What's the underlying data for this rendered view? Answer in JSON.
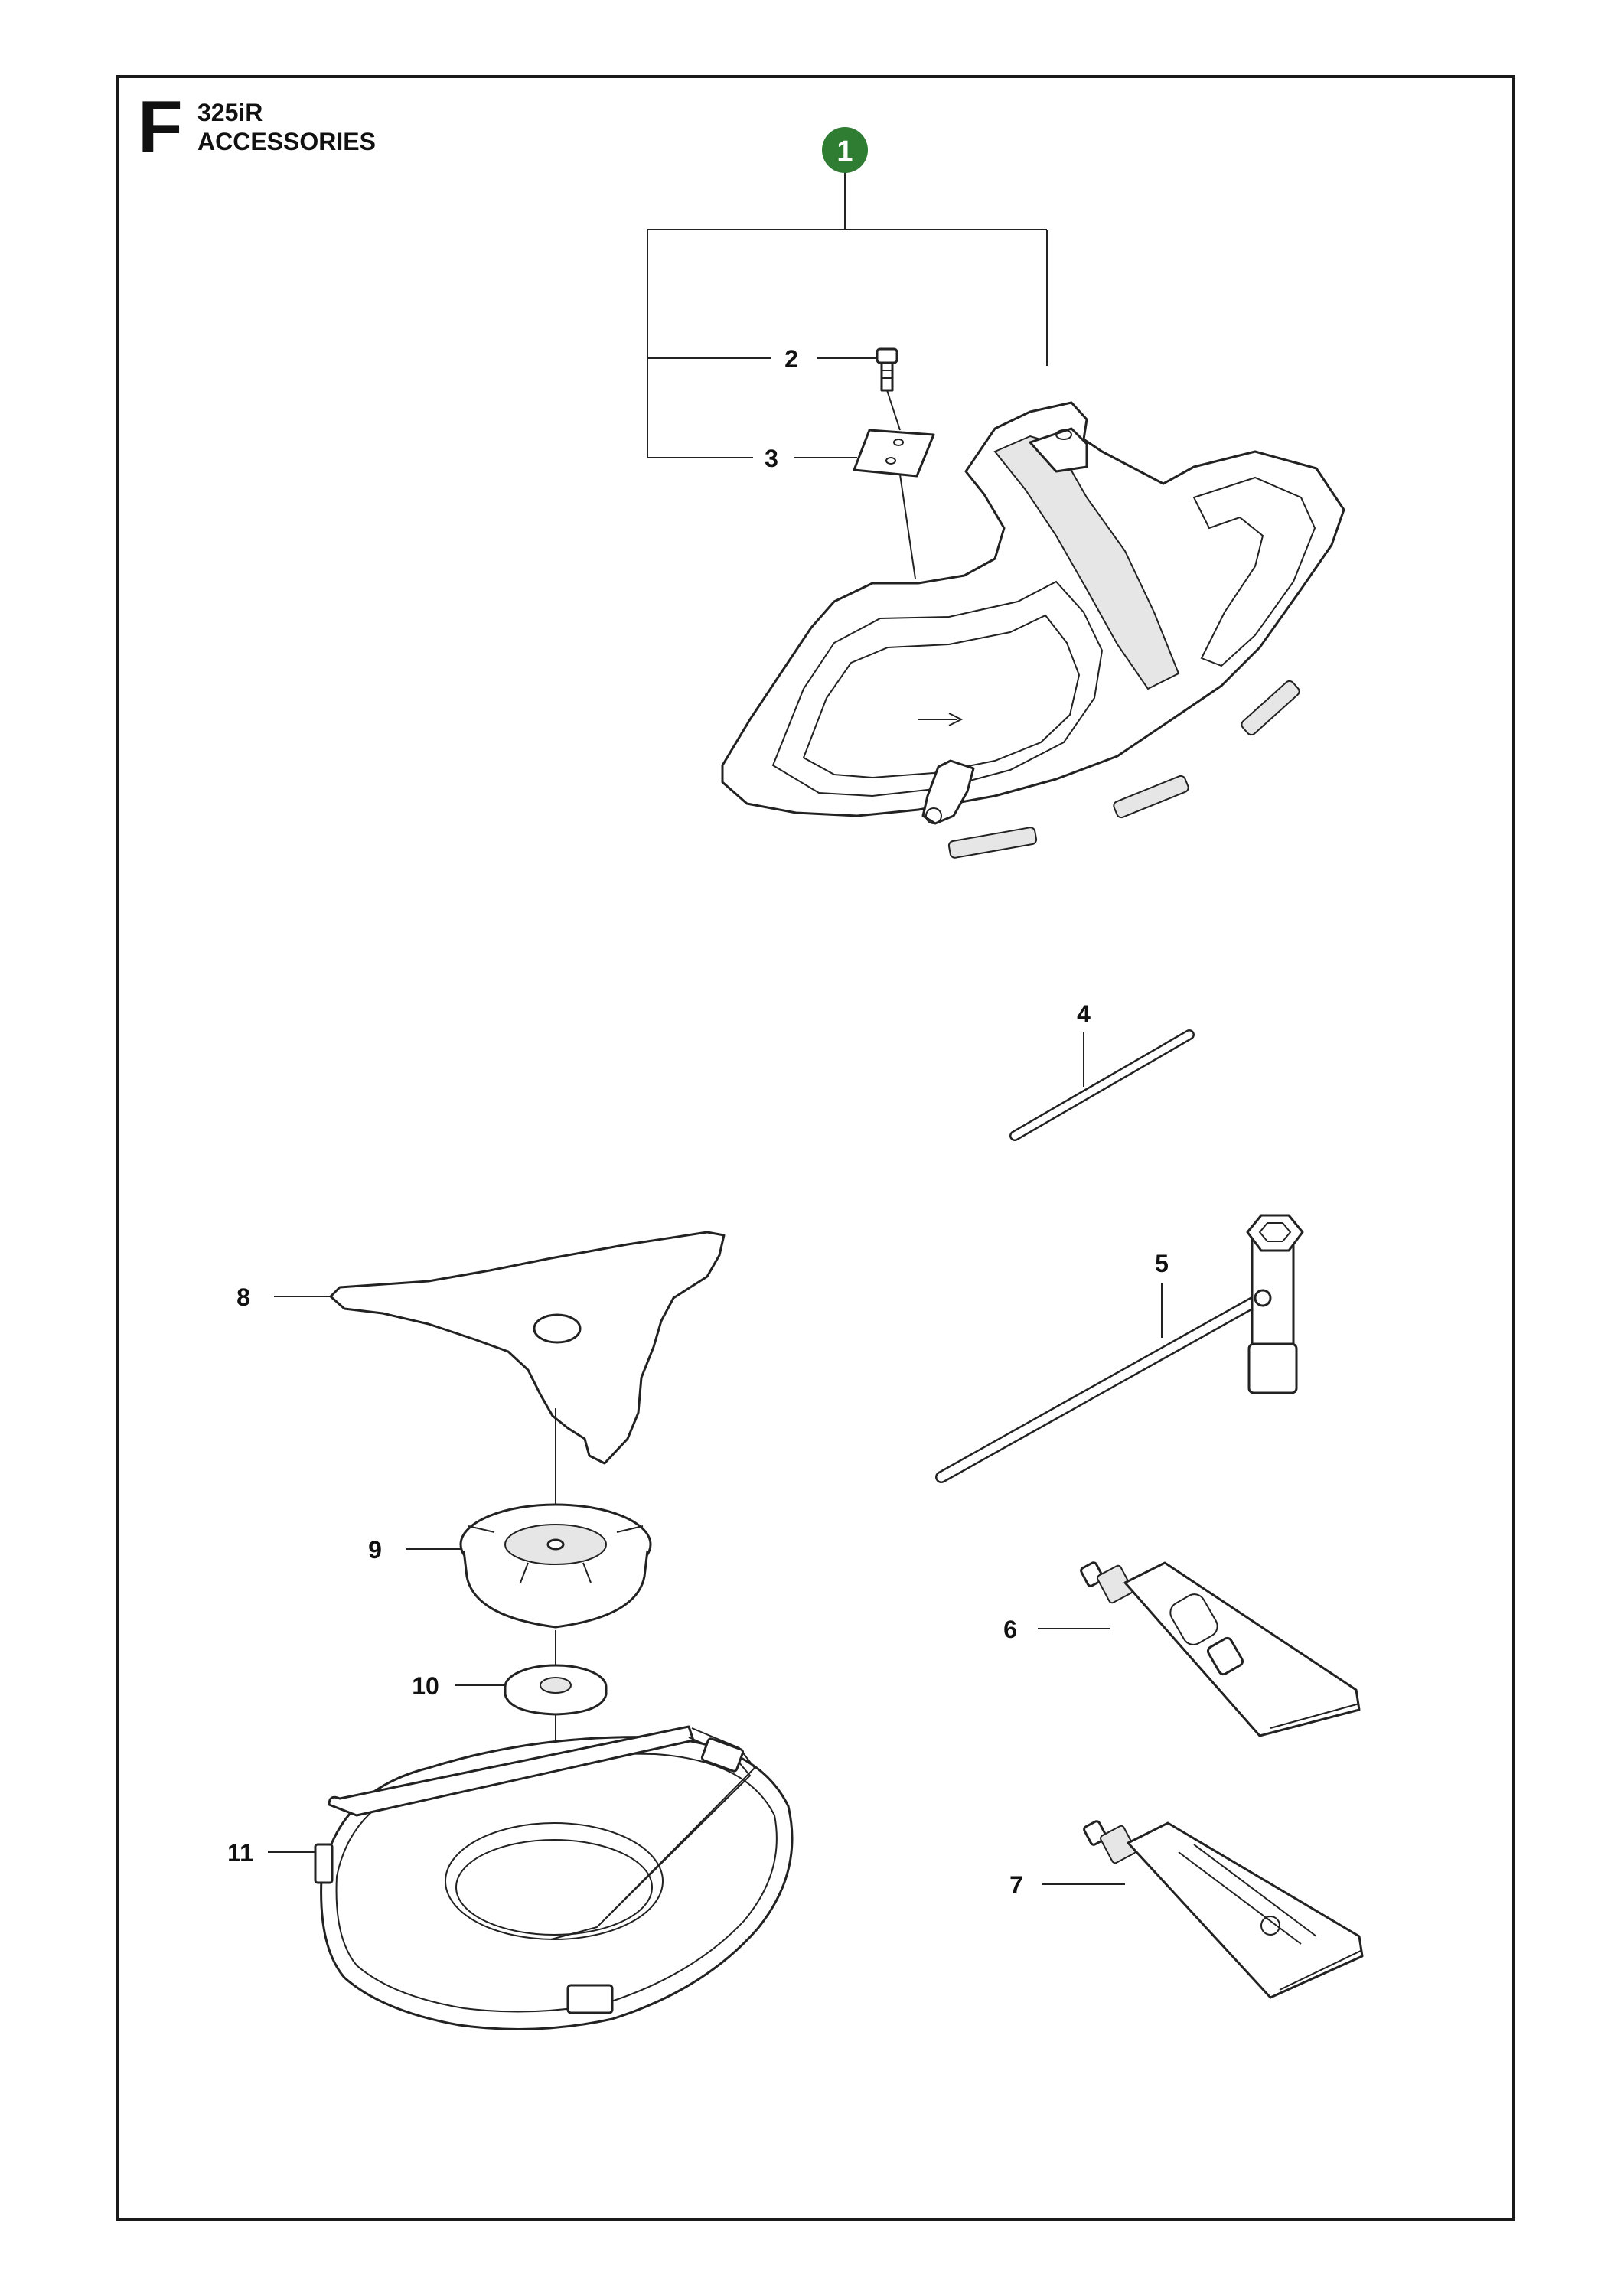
{
  "header": {
    "section_letter": "F",
    "model": "325iR",
    "title": "ACCESSORIES"
  },
  "callouts": [
    {
      "number": "1",
      "highlighted": true,
      "badge_color": "#2e7d32"
    },
    {
      "number": "2"
    },
    {
      "number": "3"
    },
    {
      "number": "4"
    },
    {
      "number": "5"
    },
    {
      "number": "6"
    },
    {
      "number": "7"
    },
    {
      "number": "8"
    },
    {
      "number": "9"
    },
    {
      "number": "10"
    },
    {
      "number": "11"
    }
  ],
  "colors": {
    "line": "#222222",
    "badge": "#2e7d32",
    "background": "#ffffff"
  }
}
